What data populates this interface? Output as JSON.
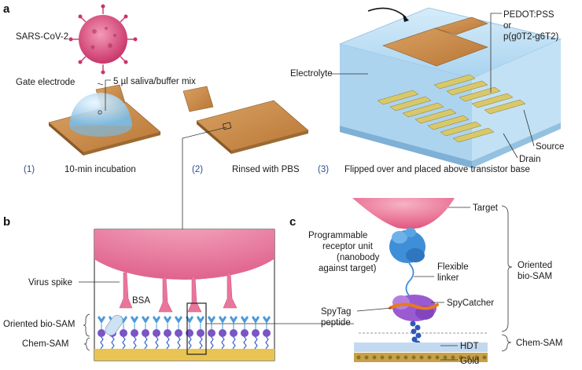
{
  "panels": {
    "a": "a",
    "b": "b",
    "c": "c"
  },
  "panel_a": {
    "virus": "SARS-CoV-2",
    "gate_electrode": "Gate electrode",
    "droplet": "5 µl saliva/buffer mix",
    "electrolyte": "Electrolyte",
    "material_line1": "PEDOT:PSS",
    "material_line2": "or",
    "material_line3": "p(g0T2-g6T2)",
    "source": "Source",
    "drain": "Drain",
    "steps": [
      {
        "num": "(1)",
        "text": "10-min incubation"
      },
      {
        "num": "(2)",
        "text": "Rinsed with PBS"
      },
      {
        "num": "(3)",
        "text": "Flipped over and placed above transistor base"
      }
    ]
  },
  "panel_b": {
    "virus_spike": "Virus spike",
    "bsa": "BSA",
    "oriented_bio_sam": "Oriented bio-SAM",
    "chem_sam": "Chem-SAM"
  },
  "panel_c": {
    "target": "Target",
    "receptor_line1": "Programmable",
    "receptor_line2": "receptor unit",
    "receptor_line3": "(nanobody",
    "receptor_line4": "against target)",
    "flexible_line1": "Flexible",
    "flexible_line2": "linker",
    "spycatcher": "SpyCatcher",
    "spytag_line1": "SpyTag",
    "spytag_line2": "peptide",
    "oriented_line1": "Oriented",
    "oriented_line2": "bio-SAM",
    "chem_sam": "Chem-SAM",
    "hdt": "HDT",
    "gold": "Gold"
  },
  "colors": {
    "gold_film": "#c98d4c",
    "electrolyte": "#b8dcf2",
    "virus": "#e25a86",
    "receptor": "#3f8fd8",
    "spycatcher": "#9a5bd1"
  }
}
